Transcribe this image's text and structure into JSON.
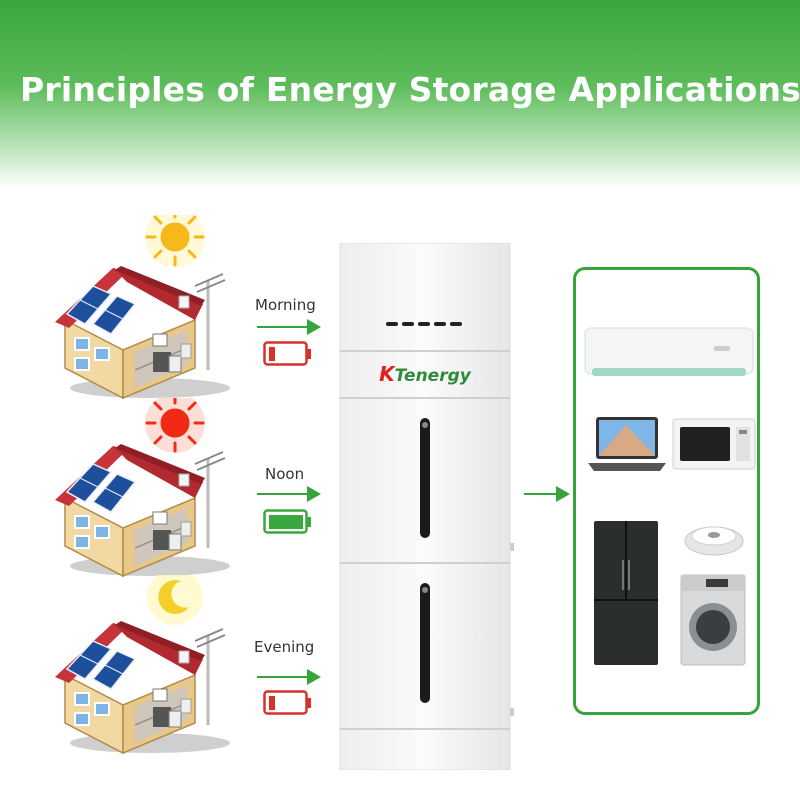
{
  "title": "Principles of Energy Storage Applications",
  "brand": {
    "prefix": "K",
    "suffix": "Tenergy"
  },
  "periods": [
    {
      "label": "Morning",
      "sky": "sun",
      "sun_color": "#f6b81a",
      "battery": "low"
    },
    {
      "label": "Noon",
      "sky": "sun",
      "sun_color": "#f12a14",
      "battery": "full"
    },
    {
      "label": "Evening",
      "sky": "moon",
      "sun_color": "#f4cf2a",
      "battery": "low"
    }
  ],
  "colors": {
    "accent": "#36a43a",
    "battery_low": "#d9302c",
    "battery_full": "#3aa83e"
  },
  "appliances": [
    "air-conditioner-icon",
    "laptop-icon",
    "microwave-icon",
    "refrigerator-icon",
    "robot-vacuum-icon",
    "washing-machine-icon"
  ]
}
